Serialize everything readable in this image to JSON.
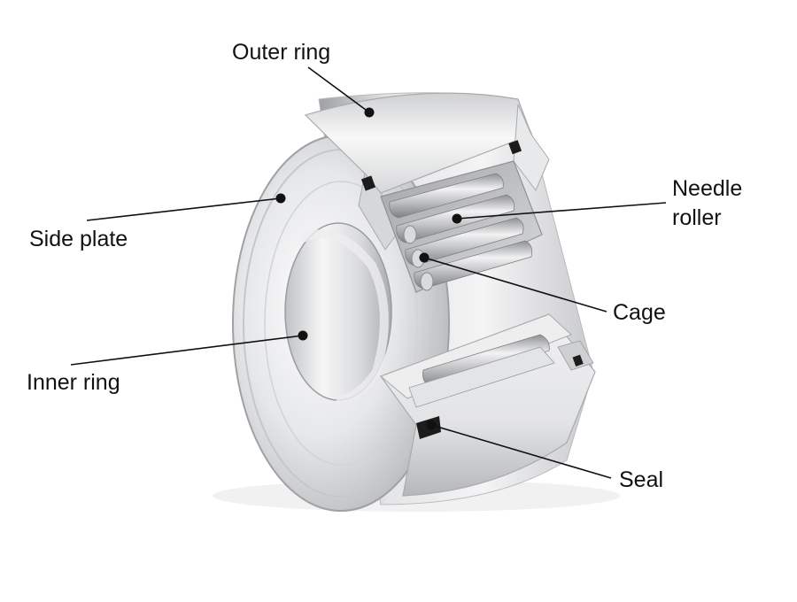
{
  "labels": {
    "outer_ring": "Outer ring",
    "needle_roller_line1": "Needle",
    "needle_roller_line2": "roller",
    "side_plate": "Side plate",
    "cage": "Cage",
    "inner_ring": "Inner ring",
    "seal": "Seal"
  }
}
